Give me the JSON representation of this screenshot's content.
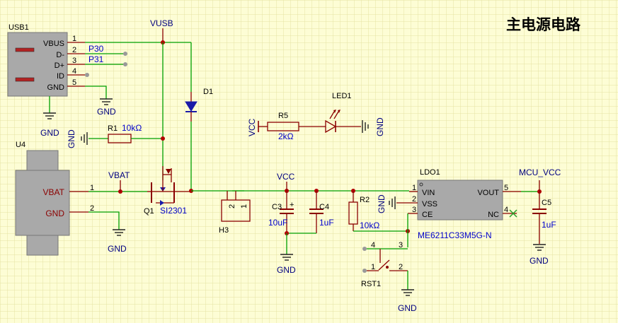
{
  "title": "主电源电路",
  "usb": {
    "ref": "USB1",
    "pins": [
      "VBUS",
      "D-",
      "D+",
      "ID",
      "GND"
    ],
    "pin_numbers": [
      "1",
      "2",
      "3",
      "4",
      "5"
    ],
    "nets": [
      "P30",
      "P31"
    ]
  },
  "u4": {
    "ref": "U4",
    "pin1": "VBAT",
    "pin2": "GND",
    "num1": "1",
    "num2": "2"
  },
  "nets": {
    "vusb": "VUSB",
    "vbat": "VBAT",
    "vcc": "VCC",
    "vcc_led": "VCC",
    "mcu_vcc": "MCU_VCC",
    "gnd": "GND"
  },
  "d1": {
    "ref": "D1"
  },
  "r1": {
    "ref": "R1",
    "value": "10kΩ"
  },
  "q1": {
    "ref": "Q1",
    "part": "SI2301"
  },
  "r5": {
    "ref": "R5",
    "value": "2kΩ"
  },
  "led1": {
    "ref": "LED1"
  },
  "h3": {
    "ref": "H3",
    "pin_a": "2",
    "pin_b": "1"
  },
  "c3": {
    "ref": "C3",
    "value": "10uF"
  },
  "c4": {
    "ref": "C4",
    "value": "1uF"
  },
  "r2": {
    "ref": "R2",
    "value": "10kΩ"
  },
  "ldo": {
    "ref": "LDO1",
    "part": "ME6211C33M5G-N",
    "pins": [
      "VIN",
      "VSS",
      "CE",
      "VOUT",
      "NC"
    ],
    "pin_numbers": [
      "1",
      "2",
      "3",
      "5",
      "4"
    ]
  },
  "c5": {
    "ref": "C5",
    "value": "1uF"
  },
  "rst": {
    "ref": "RST1",
    "pin_numbers": [
      "4",
      "3",
      "1",
      "2"
    ]
  },
  "colors": {
    "background": "#fdfdd5",
    "wire": "#00a000",
    "component": "#8b0000",
    "grid": "#e5e2a2"
  }
}
